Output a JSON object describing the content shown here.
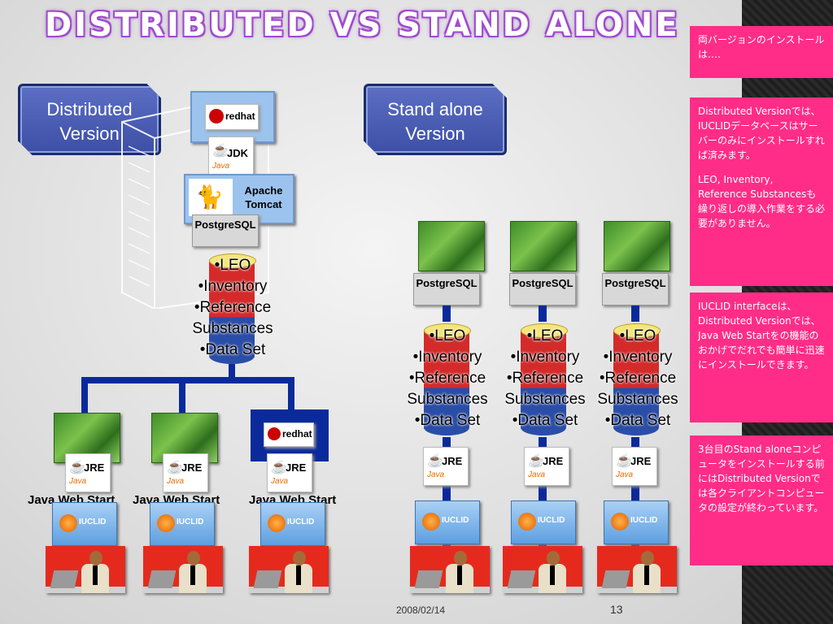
{
  "title": "DISTRIBUTED  VS  STAND ALONE",
  "banners": {
    "distributed": "Distributed Version",
    "standalone": "Stand alone Version"
  },
  "server_stack": {
    "redhat": "redhat",
    "jdk": "JDK",
    "java": "Java",
    "tomcat": "Apache Tomcat",
    "postgres": "PostgreSQL"
  },
  "db_items": [
    "•LEO",
    "•Inventory",
    "•Reference",
    "Substances",
    "•Data Set"
  ],
  "clients": {
    "jre": "JRE",
    "java": "Java",
    "java_web_start": "Java Web Start",
    "iuclid": "IUCLID",
    "redhat": "redhat"
  },
  "standalone_postgres": "PostgreSQL",
  "side_notes": [
    "両バージョンのインストールは….",
    "Distributed Versionでは、IUCLIDデータベースはサーバーのみにインストールすれば済みます。",
    "LEO, Inventory, Reference Substancesも繰り返しの導入作業をする必要がありません。",
    "IUCLID interfaceは、Distributed Versionでは、Java Web Startをの機能のおかげでだれでも簡単に迅速にインストールできます。",
    "3台目のStand aloneコンピュータをインストールする前にはDistributed Versionでは各クライアントコンピュータの設定が終わっています。"
  ],
  "footer": {
    "date": "2008/02/14",
    "page": "13"
  },
  "colors": {
    "accent_pink": "#ff2d87",
    "banner_blue": "#3d4fa6",
    "title_purple": "#a04ad0",
    "connector_blue": "#0a2a9c"
  }
}
